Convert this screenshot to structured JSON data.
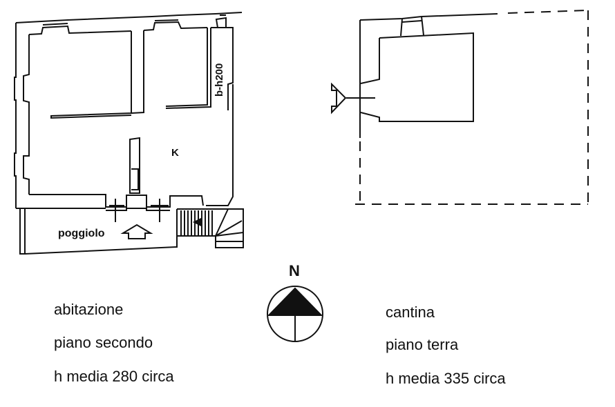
{
  "left_plan": {
    "name": "abitazione",
    "rooms": {
      "kitchen_label": "K",
      "bathroom_label": "b-h200",
      "balcony_label": "poggiolo"
    },
    "caption": {
      "line1": "abitazione",
      "line2": "piano secondo",
      "line3": "h media 280 circa"
    }
  },
  "right_plan": {
    "name": "cantina",
    "caption": {
      "line1": "cantina",
      "line2": "piano terra",
      "line3": "h media 335 circa"
    }
  },
  "compass": {
    "label": "N",
    "icon": "north-arrow-icon"
  },
  "colors": {
    "line": "#111111",
    "background": "#ffffff"
  }
}
